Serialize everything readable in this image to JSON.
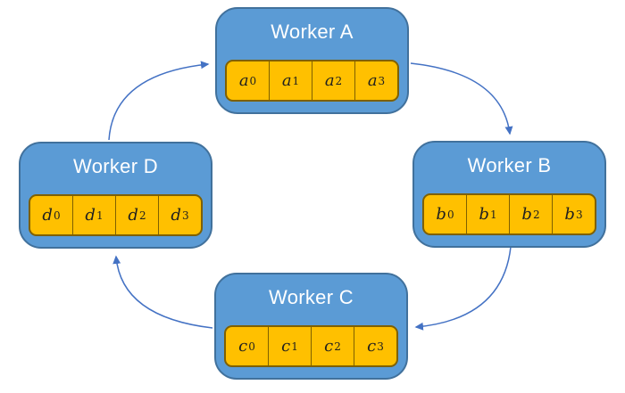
{
  "workers": [
    {
      "name": "Worker A",
      "cells": [
        {
          "base": "a",
          "sub": "0"
        },
        {
          "base": "a",
          "sub": "1"
        },
        {
          "base": "a",
          "sub": "2"
        },
        {
          "base": "a",
          "sub": "3"
        }
      ]
    },
    {
      "name": "Worker B",
      "cells": [
        {
          "base": "b",
          "sub": "0"
        },
        {
          "base": "b",
          "sub": "1"
        },
        {
          "base": "b",
          "sub": "2"
        },
        {
          "base": "b",
          "sub": "3"
        }
      ]
    },
    {
      "name": "Worker C",
      "cells": [
        {
          "base": "c",
          "sub": "0"
        },
        {
          "base": "c",
          "sub": "1"
        },
        {
          "base": "c",
          "sub": "2"
        },
        {
          "base": "c",
          "sub": "3"
        }
      ]
    },
    {
      "name": "Worker D",
      "cells": [
        {
          "base": "d",
          "sub": "0"
        },
        {
          "base": "d",
          "sub": "1"
        },
        {
          "base": "d",
          "sub": "2"
        },
        {
          "base": "d",
          "sub": "3"
        }
      ]
    }
  ],
  "connections": [
    {
      "from": "Worker A",
      "to": "Worker B"
    },
    {
      "from": "Worker B",
      "to": "Worker C"
    },
    {
      "from": "Worker C",
      "to": "Worker D"
    },
    {
      "from": "Worker D",
      "to": "Worker A"
    }
  ],
  "colors": {
    "box_fill": "#5B9BD5",
    "box_border": "#41719C",
    "bar_fill": "#FFC000",
    "bar_border": "#7F6000",
    "arrow": "#4472C4",
    "title_text": "#FFFFFF",
    "cell_text": "#1F1F1F",
    "background": "#FFFFFF"
  }
}
